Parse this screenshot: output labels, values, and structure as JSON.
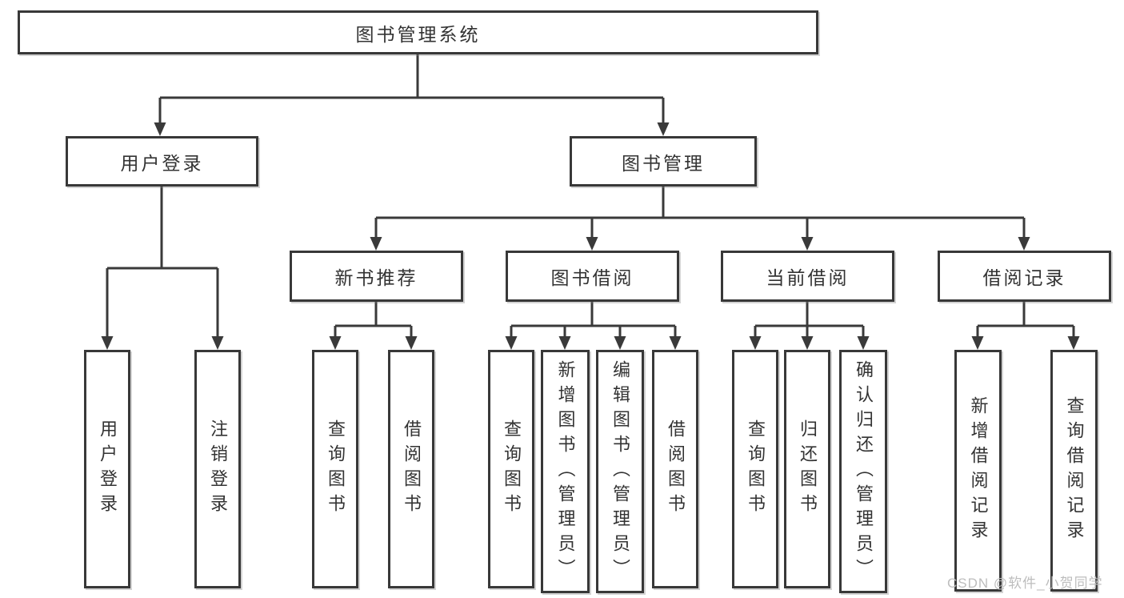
{
  "tree": {
    "root": {
      "label": "图书管理系统"
    },
    "branches": [
      {
        "label": "用户登录",
        "children": [
          {
            "label": "用户登录"
          },
          {
            "label": "注销登录"
          }
        ]
      },
      {
        "label": "图书管理",
        "groups": [
          {
            "label": "新书推荐",
            "children": [
              {
                "label": "查询图书"
              },
              {
                "label": "借阅图书"
              }
            ]
          },
          {
            "label": "图书借阅",
            "children": [
              {
                "label": "查询图书"
              },
              {
                "label": "新增图书（管理员）"
              },
              {
                "label": "编辑图书（管理员）"
              },
              {
                "label": "借阅图书"
              }
            ]
          },
          {
            "label": "当前借阅",
            "children": [
              {
                "label": "查询图书"
              },
              {
                "label": "归还图书"
              },
              {
                "label": "确认归还（管理员）"
              }
            ]
          },
          {
            "label": "借阅记录",
            "children": [
              {
                "label": "新增借阅记录"
              },
              {
                "label": "查询借阅记录"
              }
            ]
          }
        ]
      }
    ]
  },
  "watermark": {
    "text": "CSDN @软件_小贺同学"
  },
  "colors": {
    "line": "#3a3a3a",
    "text": "#333333",
    "watermark": "#bdbdbd",
    "background": "#ffffff"
  }
}
